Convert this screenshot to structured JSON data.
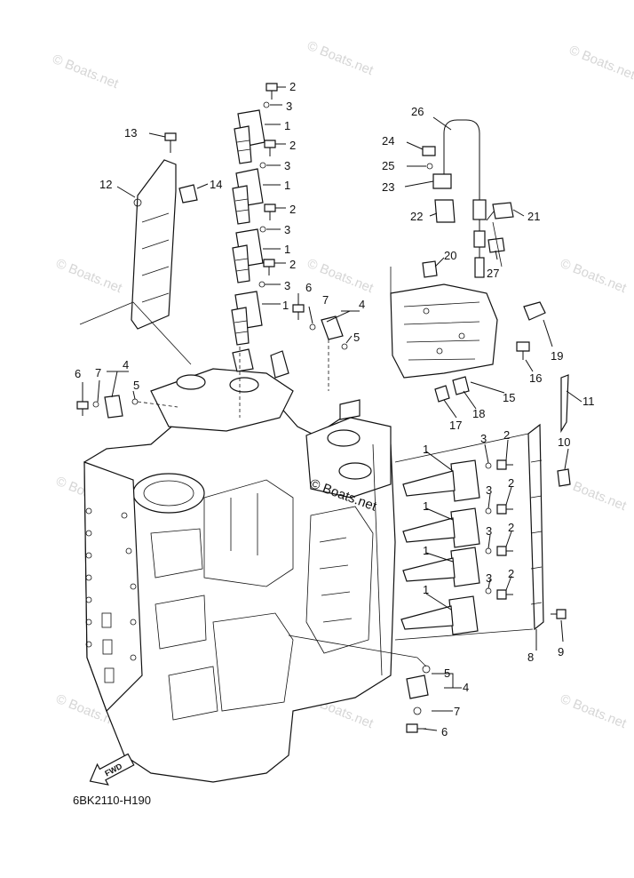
{
  "diagram_code": "6BK2110-H190",
  "fwd_label": "FWD",
  "watermark": "© Boats.net",
  "center_watermark": "© Boats.net",
  "callouts": {
    "c1a": "1",
    "c1b": "1",
    "c1c": "1",
    "c1d": "1",
    "c1e": "1",
    "c1f": "1",
    "c1g": "1",
    "c1h": "1",
    "c2a": "2",
    "c2b": "2",
    "c2c": "2",
    "c2d": "2",
    "c2e": "2",
    "c2f": "2",
    "c2g": "2",
    "c2h": "2",
    "c3a": "3",
    "c3b": "3",
    "c3c": "3",
    "c3d": "3",
    "c3e": "3",
    "c3f": "3",
    "c3g": "3",
    "c3h": "3",
    "c4a": "4",
    "c4b": "4",
    "c4c": "4",
    "c5a": "5",
    "c5b": "5",
    "c5c": "5",
    "c6a": "6",
    "c6b": "6",
    "c6c": "6",
    "c7a": "7",
    "c7b": "7",
    "c7c": "7",
    "c8": "8",
    "c9": "9",
    "c10": "10",
    "c11": "11",
    "c12": "12",
    "c13": "13",
    "c14": "14",
    "c15": "15",
    "c16": "16",
    "c17": "17",
    "c18": "18",
    "c19": "19",
    "c20": "20",
    "c21": "21",
    "c22": "22",
    "c23": "23",
    "c24": "24",
    "c25": "25",
    "c26": "26",
    "c27": "27"
  }
}
